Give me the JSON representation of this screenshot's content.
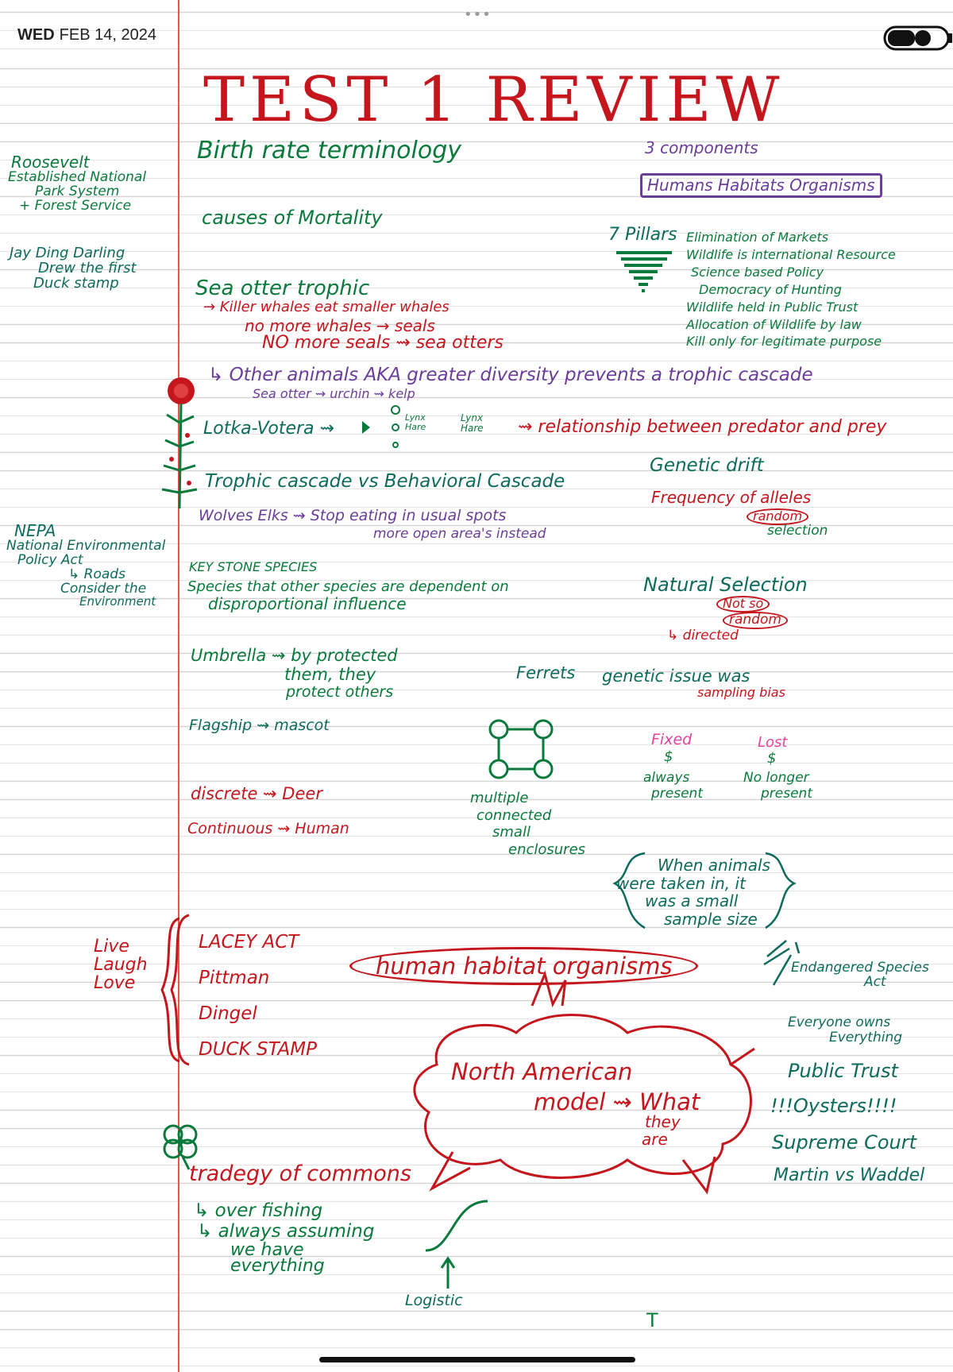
{
  "top_bar": {
    "day": "WED",
    "date": "FEB 14, 2024",
    "more_menu": "•••"
  },
  "title": "TEST 1 REVIEW",
  "colors": {
    "red": "#c4161c",
    "green": "#0a7a3c",
    "teal": "#0d6b5c",
    "purple": "#6a3d9a",
    "pink": "#e8439c",
    "margin_line": "#e8524f"
  },
  "left_margin": {
    "roosevelt": [
      "Roosevelt",
      "Established National",
      "Park System",
      "+ Forest Service"
    ],
    "jay_ding_darling": [
      "Jay Ding Darling",
      "Drew the first",
      "Duck stamp"
    ],
    "nepa": [
      "NEPA",
      "National Environmental",
      "Policy Act",
      "↳ Roads",
      "Consider the",
      "Environment"
    ],
    "live_laugh_love": [
      "Live",
      "Laugh",
      "Love"
    ]
  },
  "main": {
    "birth_rate": "Birth rate terminology",
    "mortality": "causes of Mortality",
    "sea_otter": {
      "heading": "Sea otter trophic",
      "lines": [
        "→ Killer whales eat smaller whales",
        "no more whales → seals",
        "NO more seals ⇝ sea otters"
      ],
      "other_animals": "↳ Other animals AKA greater diversity prevents a trophic cascade",
      "sub": "Sea otter ⇝ urchin ⇝ kelp"
    },
    "lotka": {
      "label": "Lotka-Votera ⇝",
      "mini_left": "Lynx Hare",
      "mini_right": "Lynx Hare",
      "relation": "⇝ relationship between predator and prey"
    },
    "trophic_vs_behavioral": "Trophic cascade vs Behavioral Cascade",
    "wolves": [
      "Wolves Elks ⇝ Stop eating in usual spots",
      "more open area's instead"
    ],
    "keystone": [
      "KEY STONE SPECIES",
      "Species that other species are dependent on",
      "disproportional influence"
    ],
    "umbrella": [
      "Umbrella ⇝ by protected",
      "them, they",
      "protect others"
    ],
    "flagship": "Flagship ⇝ mascot",
    "discrete": "discrete ⇝ Deer",
    "continuous": "Continuous ⇝ Human",
    "multiple": [
      "multiple",
      "connected",
      "small",
      "enclosures"
    ],
    "acts": [
      "LACEY ACT",
      "Pittman",
      "Dingel",
      "DUCK STAMP"
    ],
    "human_habitat": "human habitat organisms",
    "north_american": [
      "North American",
      "model ⇝ What",
      "they",
      "are"
    ],
    "tragedy": [
      "tradegy of commons",
      "↳ over fishing",
      "↳ always assuming",
      "we have",
      "everything"
    ],
    "logistic": "Logistic"
  },
  "right": {
    "three_components": "3 components",
    "components_box": "Humans Habitats Organisms",
    "seven_pillars_label": "7 Pillars",
    "pillars": [
      "Elimination of Markets",
      "Wildlife is international Resource",
      "Science based Policy",
      "Democracy of Hunting",
      "Wildlife held in Public Trust",
      "Allocation of Wildlife by law",
      "Kill only for legitimate purpose"
    ],
    "genetic_drift": "Genetic drift",
    "frequency": "Frequency of alleles",
    "random": "random",
    "selection": "selection",
    "natural_selection": "Natural Selection",
    "not_so": "Not so",
    "random2": "random",
    "directed": "↳ directed",
    "ferrets": "Ferrets",
    "genetic_issue": "genetic issue was",
    "sampling_bias": "sampling bias",
    "fixed": "Fixed",
    "always_present": [
      "always",
      "present"
    ],
    "lost": "Lost",
    "no_longer_present": [
      "No longer",
      "present"
    ],
    "when_animals": [
      "When animals",
      "were taken in, it",
      "was a small",
      "sample size"
    ],
    "endangered": [
      "Endangered Species",
      "Act"
    ],
    "everyone_owns": [
      "Everyone owns",
      "Everything"
    ],
    "public_trust": "Public Trust",
    "oysters": "!!!Oysters!!!!",
    "supreme_court": "Supreme Court",
    "martin": "Martin vs Waddel",
    "t_mark": "T"
  }
}
